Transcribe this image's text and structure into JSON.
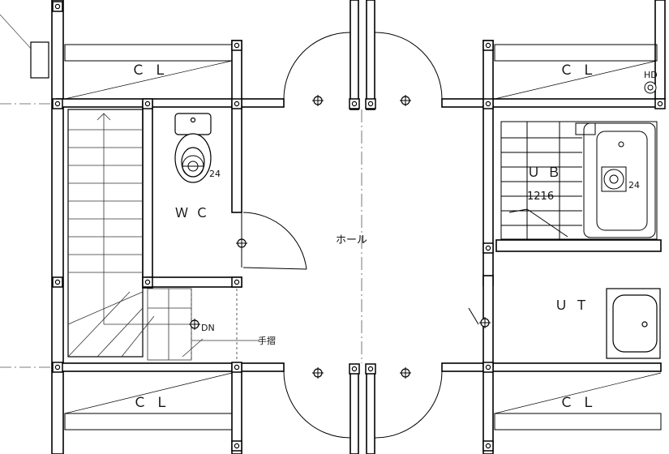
{
  "rooms": {
    "cl_top_left": "ＣＬ",
    "cl_top_right": "ＣＬ",
    "cl_bottom_left": "ＣＬ",
    "cl_bottom_right": "ＣＬ",
    "wc": "ＷＣ",
    "hall": "ホール",
    "ub": "ＵＢ",
    "ub_size": "1216",
    "ut": "ＵＴ"
  },
  "annotations": {
    "wc_fan": "24",
    "ub_fan": "24",
    "stair_down": "DN",
    "handrail": "手摺",
    "detector": "HD"
  }
}
